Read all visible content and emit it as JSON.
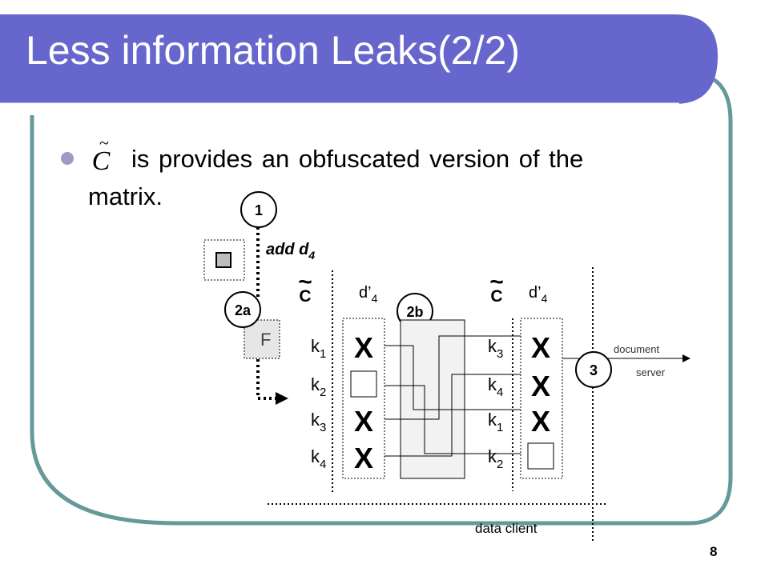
{
  "slide": {
    "title": "Less information Leaks(2/2)",
    "bullet": {
      "symbol": "C",
      "symbol_accent": "~",
      "line1": "is provides an obfuscated version of the",
      "line2": "matrix."
    },
    "page_number": "8"
  },
  "diagram": {
    "step_labels": [
      "1",
      "2a",
      "2b",
      "3"
    ],
    "add_label": "add d",
    "add_subscript": "4",
    "filter_label": "F",
    "matrix_symbol": "C",
    "matrix_accent": "~",
    "column_header": "d’",
    "column_subscript": "4",
    "left_rows": [
      {
        "k": "k",
        "sub": "1",
        "mark": "X"
      },
      {
        "k": "k",
        "sub": "2",
        "mark": ""
      },
      {
        "k": "k",
        "sub": "3",
        "mark": "X"
      },
      {
        "k": "k",
        "sub": "4",
        "mark": "X"
      }
    ],
    "right_rows": [
      {
        "k": "k",
        "sub": "3",
        "mark": "X"
      },
      {
        "k": "k",
        "sub": "4",
        "mark": "X"
      },
      {
        "k": "k",
        "sub": "1",
        "mark": "X"
      },
      {
        "k": "k",
        "sub": "2",
        "mark": ""
      }
    ],
    "server_label_1": "document",
    "server_label_2": "server",
    "client_label": "data client"
  },
  "colors": {
    "title_bar": "#6666cc",
    "frame": "#669999",
    "bullet": "#9b9bc3",
    "filter_fill": "#e6e6e6",
    "permute_fill": "#f2f2f2"
  }
}
